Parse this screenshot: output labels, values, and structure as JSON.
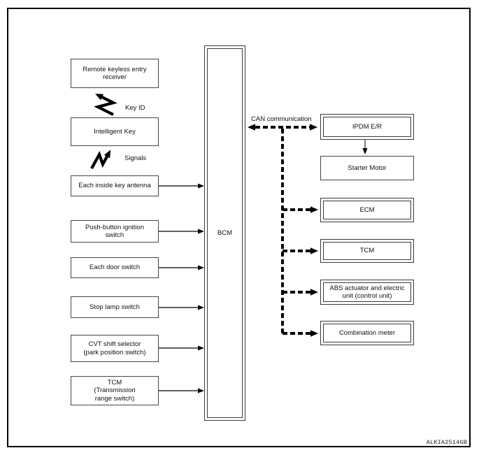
{
  "frame": {
    "code": "ALKIA2514GB"
  },
  "bcm": {
    "label": "BCM"
  },
  "can": {
    "label": "CAN communication"
  },
  "signal_labels": {
    "key_id": "Key ID",
    "signals": "Signals"
  },
  "left_nodes": [
    {
      "label": "Remote keyless entry\nreceiver"
    },
    {
      "label": "Intelligent Key"
    },
    {
      "label": "Each inside key antenna"
    },
    {
      "label": "Push-button ignition\nswitch"
    },
    {
      "label": "Each door switch"
    },
    {
      "label": "Stop lamp switch"
    },
    {
      "label": "CVT shift selector\n(park position switch)"
    },
    {
      "label": "TCM\n(Transmission\nrange switch)"
    }
  ],
  "right_nodes": [
    {
      "label": "IPDM E/R"
    },
    {
      "label": "Starter Motor"
    },
    {
      "label": "ECM"
    },
    {
      "label": "TCM"
    },
    {
      "label": "ABS actuator and electric\nunit (control unit)"
    },
    {
      "label": "Combination meter"
    }
  ],
  "colors": {
    "line": "#000000",
    "box_border": "#454545",
    "double_border": "#3a3a3a",
    "text": "#111111",
    "background": "#ffffff"
  }
}
